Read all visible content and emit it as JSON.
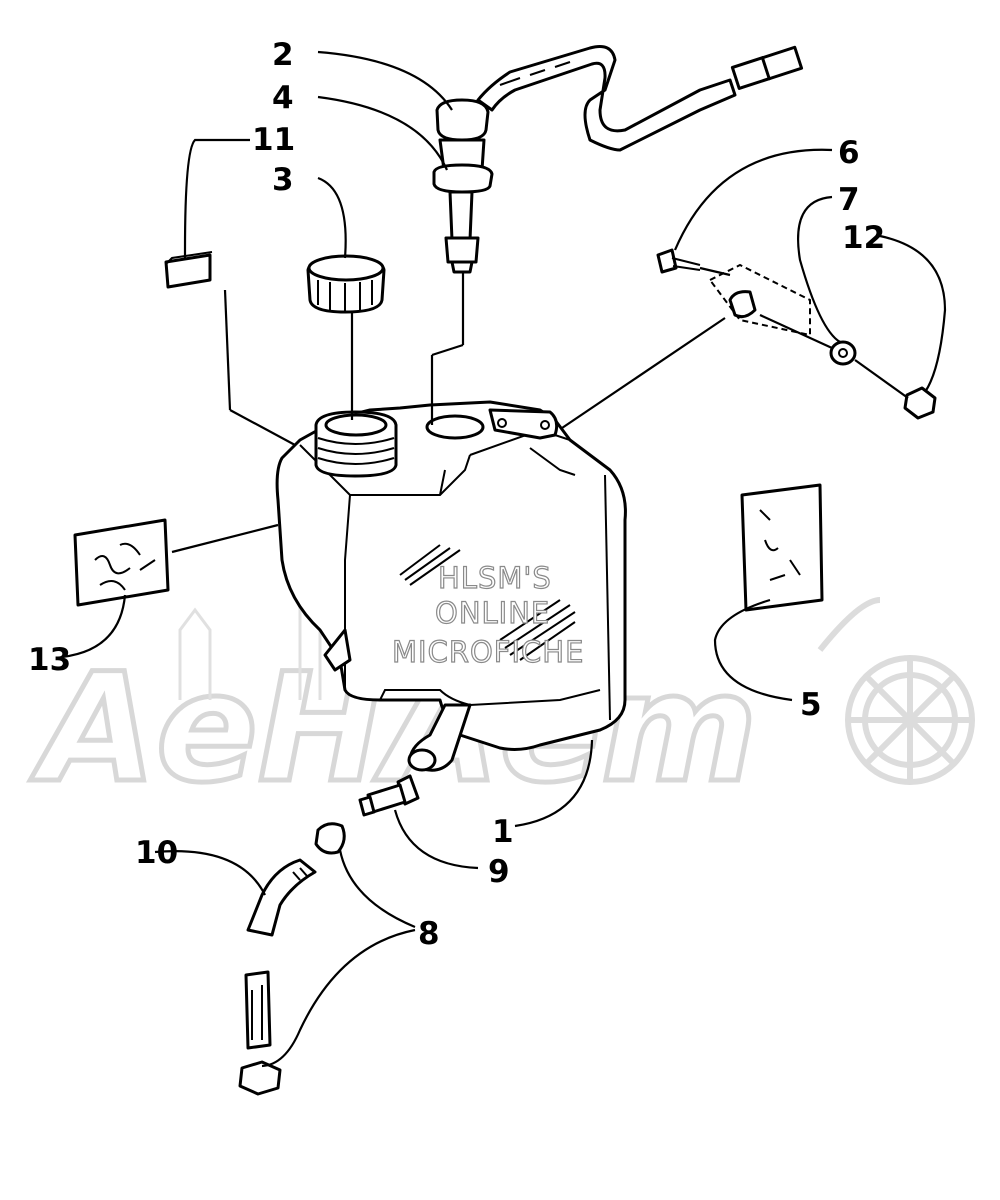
{
  "diagram": {
    "callouts": [
      "1",
      "2",
      "3",
      "4",
      "5",
      "6",
      "7",
      "8",
      "9",
      "10",
      "11",
      "12",
      "13"
    ],
    "watermark": {
      "line1": "HLSM'S",
      "line2": "ONLINE",
      "line3": "MICROFICHE",
      "brand": "AeHAem"
    }
  }
}
